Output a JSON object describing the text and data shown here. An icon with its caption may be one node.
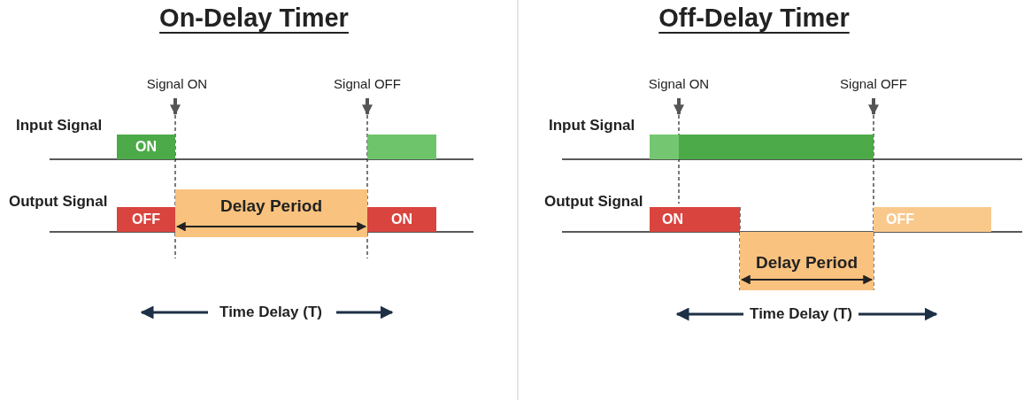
{
  "diagram": {
    "nodes": [
      {
        "text": [
          "ON"
        ]
      },
      {
        "text": [],
        "shape": "bar"
      },
      {
        "text": [
          "OFF"
        ]
      },
      {
        "text": [
          "Delay Period"
        ]
      },
      {
        "text": [
          "ON"
        ]
      },
      {
        "text": [],
        "shape": "bar"
      },
      {
        "text": [
          "ON"
        ]
      },
      {
        "text": [
          "Delay Period"
        ]
      },
      {
        "text": [
          "OFF"
        ]
      }
    ],
    "edges": [],
    "labels": [
      "On-Delay Timer",
      "Off-Delay Timer",
      "Signal ON",
      "Signal OFF",
      "Signal ON",
      "Signal OFF",
      "Input Signal",
      "Input Signal",
      "Output Signal",
      "Output Signal",
      "Time Delay (T)",
      "Time Delay (T)"
    ]
  }
}
